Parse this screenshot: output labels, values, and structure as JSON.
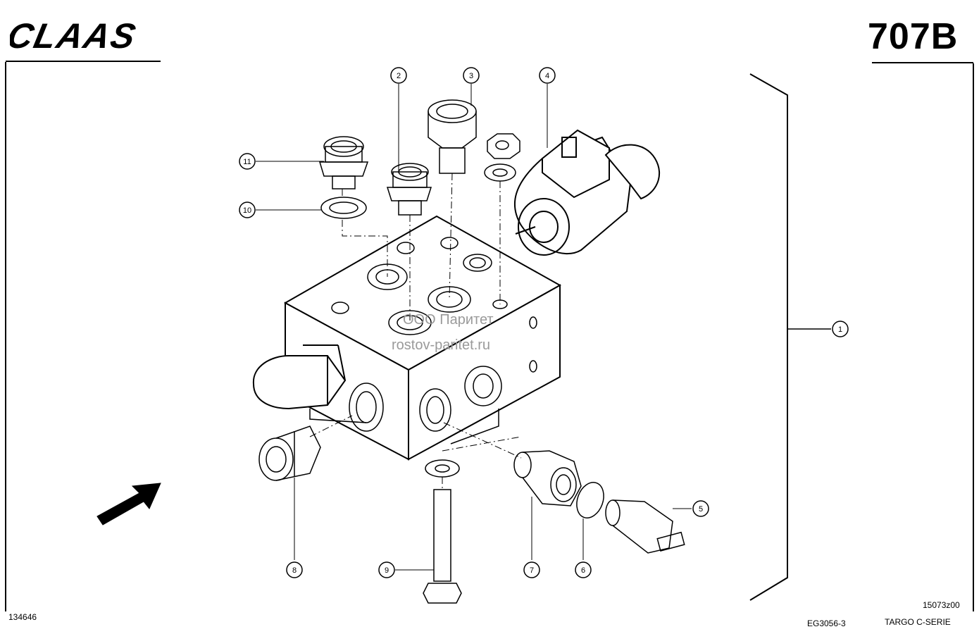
{
  "header": {
    "brand": "CLAAS",
    "page_number": "707B"
  },
  "watermark": {
    "line1": "ООО Паритет",
    "line2": "rostov-paritet.ru"
  },
  "callouts": [
    "1",
    "2",
    "3",
    "4",
    "5",
    "6",
    "7",
    "8",
    "9",
    "10",
    "11"
  ],
  "footer": {
    "drawing_id": "134646",
    "figure_code": "15073z00",
    "group_code": "EG3056-3",
    "series": "TARGO C-SERIE"
  }
}
